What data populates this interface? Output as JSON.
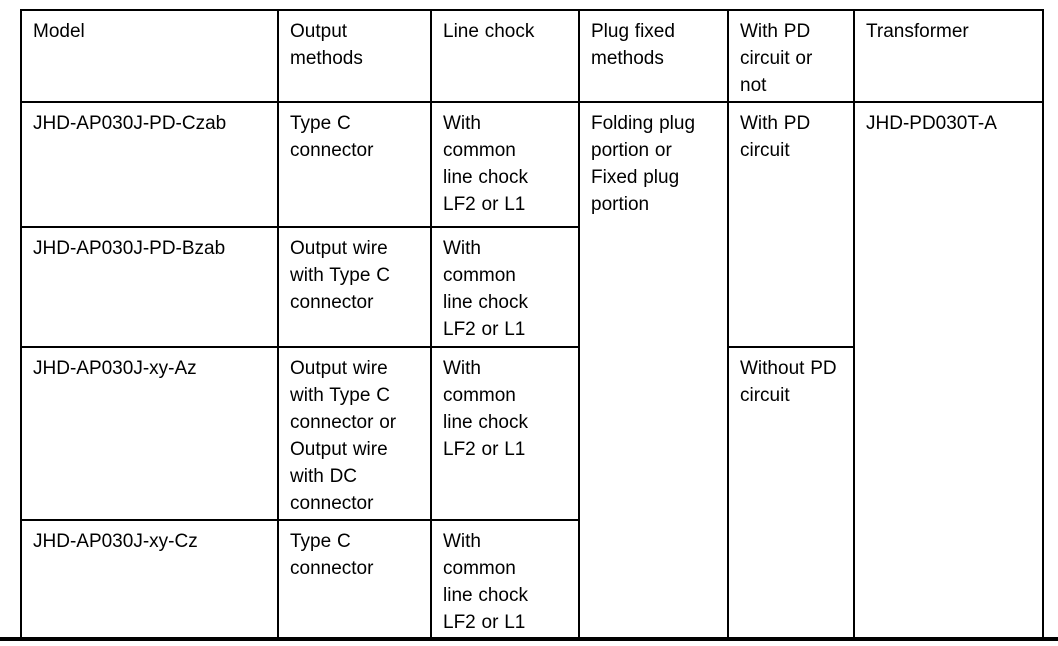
{
  "table": {
    "headers": [
      "Model",
      "Output methods",
      "Line chock",
      "Plug fixed methods",
      "With PD circuit or not",
      "Transformer"
    ],
    "rows": [
      {
        "model": "JHD-AP030J-PD-Czab",
        "output_methods": "Type C connector",
        "line_chock": "With common line chock LF2 or L1"
      },
      {
        "model": "JHD-AP030J-PD-Bzab",
        "output_methods": "Output wire with Type C connector",
        "line_chock": "With common line chock LF2 or L1"
      },
      {
        "model": "JHD-AP030J-xy-Az",
        "output_methods": "Output wire with Type C connector or Output wire with DC connector",
        "line_chock": "With common line chock LF2 or L1"
      },
      {
        "model": "JHD-AP030J-xy-Cz",
        "output_methods": "Type C connector",
        "line_chock": "With common line chock LF2 or L1"
      }
    ],
    "plug_fixed_methods": "Folding plug portion or Fixed plug portion",
    "pd_circuit_with": "With PD circuit",
    "pd_circuit_without": "Without PD circuit",
    "transformer": "JHD-PD030T-A"
  },
  "colors": {
    "text": "#000000",
    "border": "#000000",
    "background": "#ffffff"
  }
}
